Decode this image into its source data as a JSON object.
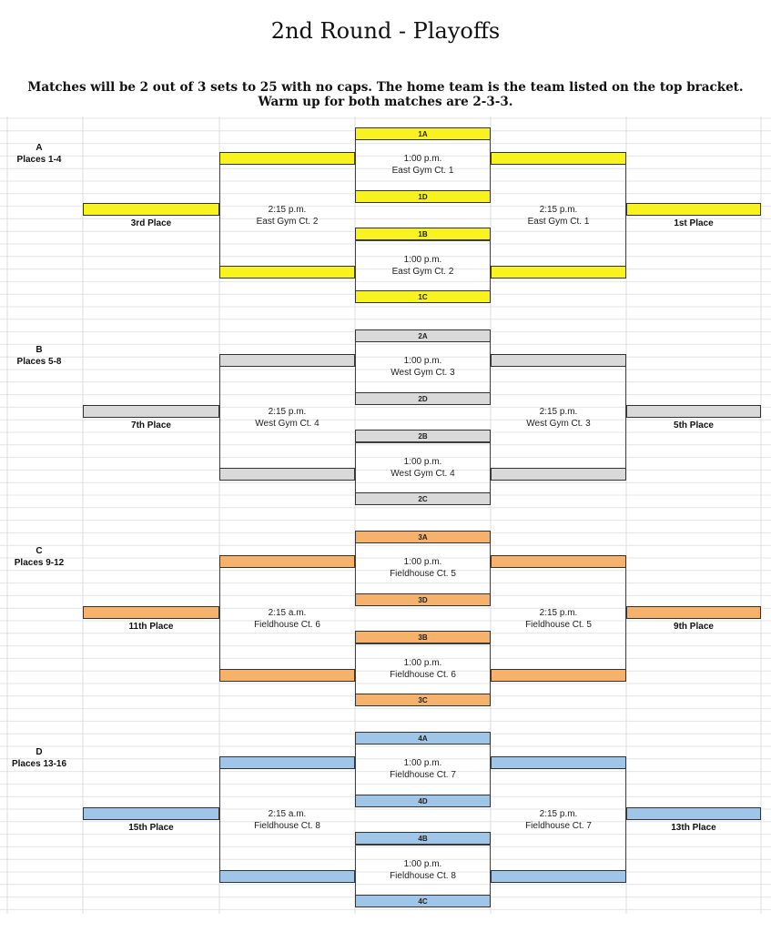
{
  "title": "2nd Round - Playoffs",
  "subtitle_line1": "Matches will be 2 out of 3 sets to 25 with no caps. The home team is the team listed on the top bracket.",
  "subtitle_line2": "Warm up for both matches are 2-3-3.",
  "groups": [
    {
      "letter": "A",
      "places": "Places 1-4",
      "color": "#f8f21e",
      "top_code": "1A",
      "mid_top_code": "1D",
      "mid_bot_code": "1B",
      "bot_code": "1C",
      "match_top": {
        "time": "1:00 p.m.",
        "court": "East Gym Ct. 1"
      },
      "match_bot": {
        "time": "1:00 p.m.",
        "court": "East Gym Ct. 2"
      },
      "left_match": {
        "time": "2:15 p.m.",
        "court": "East Gym Ct. 2"
      },
      "right_match": {
        "time": "2:15 p.m.",
        "court": "East Gym Ct. 1"
      },
      "left_place": "3rd Place",
      "right_place": "1st Place"
    },
    {
      "letter": "B",
      "places": "Places 5-8",
      "color": "#d9d9d9",
      "top_code": "2A",
      "mid_top_code": "2D",
      "mid_bot_code": "2B",
      "bot_code": "2C",
      "match_top": {
        "time": "1:00 p.m.",
        "court": "West Gym Ct. 3"
      },
      "match_bot": {
        "time": "1:00 p.m.",
        "court": "West Gym Ct. 4"
      },
      "left_match": {
        "time": "2:15 p.m.",
        "court": "West Gym Ct. 4"
      },
      "right_match": {
        "time": "2:15 p.m.",
        "court": "West Gym Ct. 3"
      },
      "left_place": "7th Place",
      "right_place": "5th Place"
    },
    {
      "letter": "C",
      "places": "Places 9-12",
      "color": "#f6b26b",
      "top_code": "3A",
      "mid_top_code": "3D",
      "mid_bot_code": "3B",
      "bot_code": "3C",
      "match_top": {
        "time": "1:00 p.m.",
        "court": "Fieldhouse Ct. 5"
      },
      "match_bot": {
        "time": "1:00 p.m.",
        "court": "Fieldhouse Ct. 6"
      },
      "left_match": {
        "time": "2:15 a.m.",
        "court": "Fieldhouse Ct. 6"
      },
      "right_match": {
        "time": "2:15 p.m.",
        "court": "Fieldhouse Ct. 5"
      },
      "left_place": "11th Place",
      "right_place": "9th Place"
    },
    {
      "letter": "D",
      "places": "Places 13-16",
      "color": "#9fc5e8",
      "top_code": "4A",
      "mid_top_code": "4D",
      "mid_bot_code": "4B",
      "bot_code": "4C",
      "match_top": {
        "time": "1:00 p.m.",
        "court": "Fieldhouse Ct. 7"
      },
      "match_bot": {
        "time": "1:00 p.m.",
        "court": "Fieldhouse Ct. 8"
      },
      "left_match": {
        "time": "2:15 a.m.",
        "court": "Fieldhouse Ct. 8"
      },
      "right_match": {
        "time": "2:15 p.m.",
        "court": "Fieldhouse Ct. 7"
      },
      "left_place": "15th Place",
      "right_place": "13th Place"
    }
  ]
}
